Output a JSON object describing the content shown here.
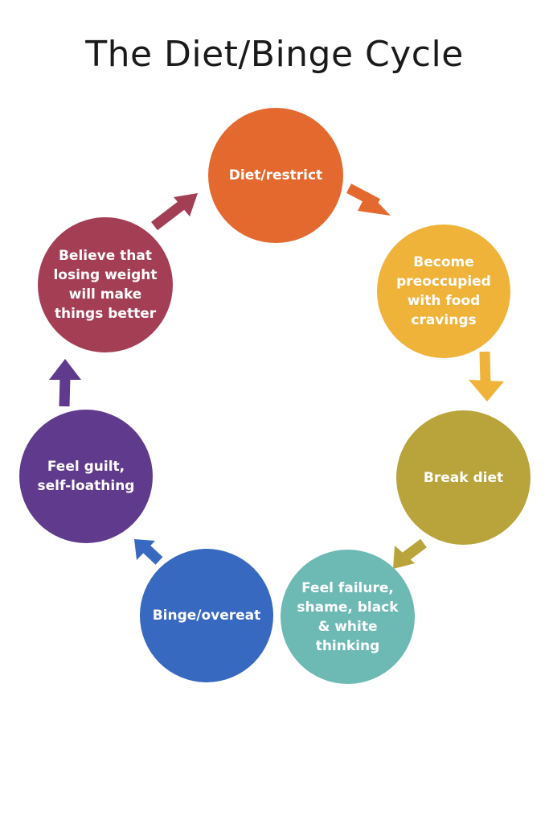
{
  "title": "The Diet/Binge Cycle",
  "colors": {
    "diet_restrict": "#E4692F",
    "preoccupied": "#F0B33A",
    "break_diet": "#B9A43C",
    "feel_failure": "#6DBAB5",
    "binge": "#3869C0",
    "guilt": "#603B8D",
    "believe": "#A43E55"
  },
  "nodes": [
    {
      "label": "Diet/restrict"
    },
    {
      "label": "Become\npreoccupied\nwith food\ncravings"
    },
    {
      "label": "Break diet"
    },
    {
      "label": "Feel failure,\nshame, black\n& white\nthinking"
    },
    {
      "label": "Binge/overeat"
    },
    {
      "label": "Feel guilt,\nself-loathing"
    },
    {
      "label": "Believe that\nlosing weight\nwill make\nthings better"
    }
  ]
}
